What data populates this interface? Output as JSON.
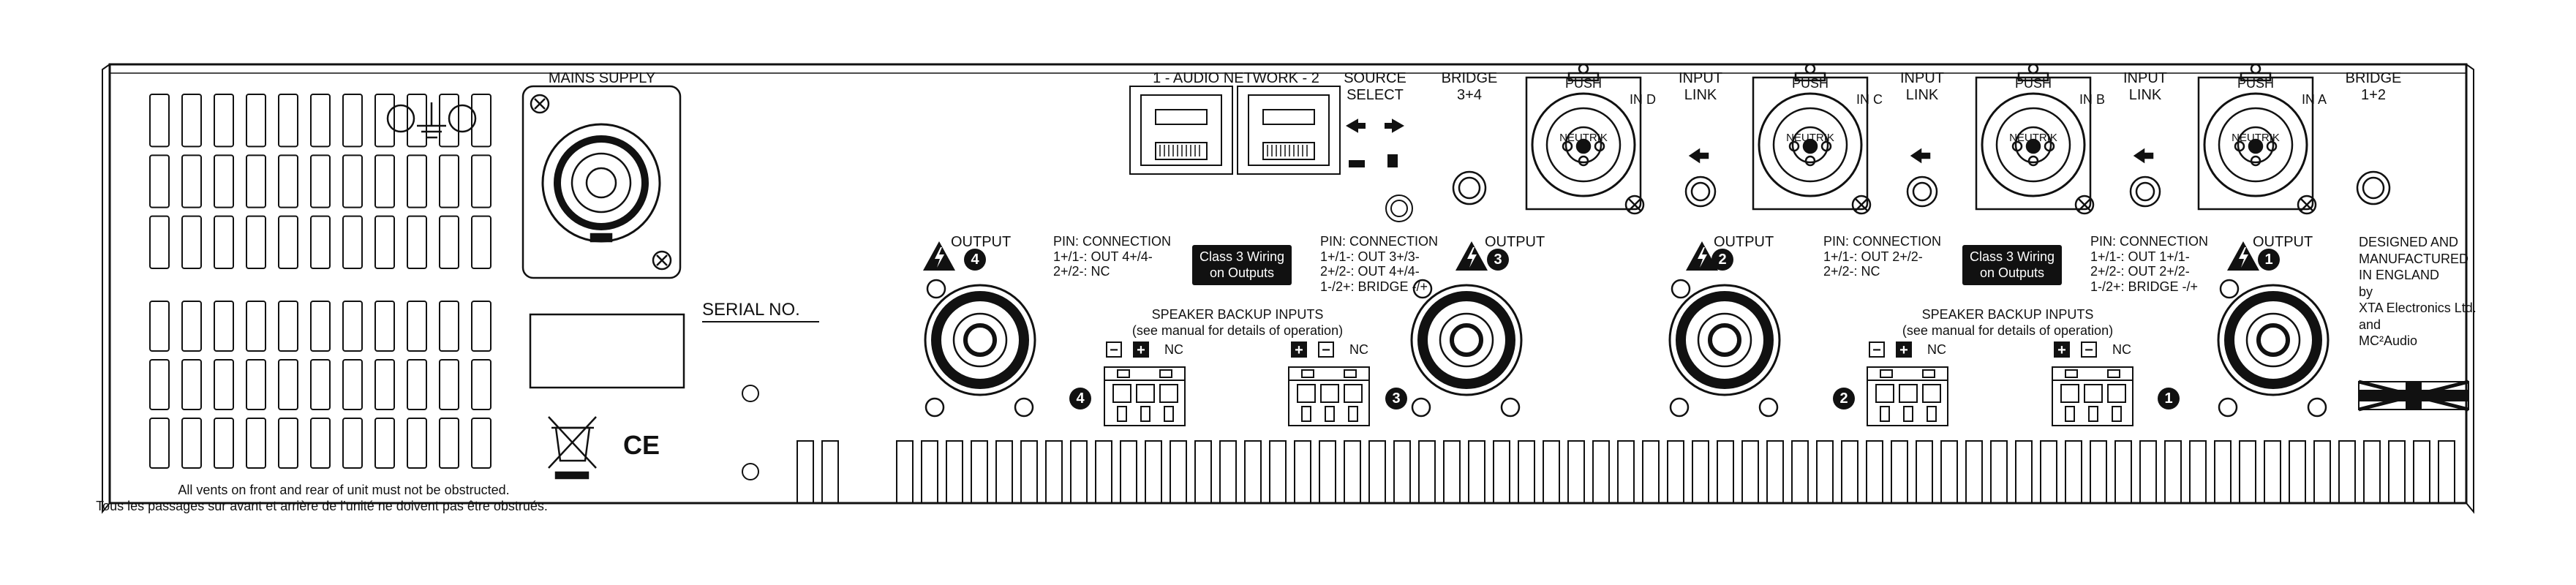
{
  "panel": {
    "mains_supply": "MAINS SUPPLY",
    "serial_no": "SERIAL NO.",
    "audio_network": "1 - AUDIO NETWORK - 2",
    "source_select": [
      "SOURCE",
      "SELECT"
    ],
    "vents_notice_en": "All vents on front and rear of unit must not be obstructed.",
    "vents_notice_fr": "Tous les passages sur avant et arrière de l'unité ne doivent pas être obstrués.",
    "designed": [
      "DESIGNED AND",
      "MANUFACTURED",
      "IN ENGLAND",
      "by",
      "XTA Electronics Ltd.",
      "and",
      "MC²Audio"
    ],
    "ce_mark": "CE"
  },
  "inputs": {
    "bridge_34": [
      "BRIDGE",
      "3+4"
    ],
    "bridge_12": [
      "BRIDGE",
      "1+2"
    ],
    "input_link": [
      "INPUT",
      "LINK"
    ],
    "push": "PUSH",
    "neutrik": "NEUTRIK",
    "in_d": "IN D",
    "in_c": "IN C",
    "in_b": "IN B",
    "in_a": "IN A"
  },
  "outputs": {
    "output_label": "OUTPUT",
    "num4": "4",
    "num3": "3",
    "num2": "2",
    "num1": "1",
    "pin_title": "PIN: CONNECTION",
    "pin_out4": [
      "1+/1-: OUT 4+/4-",
      "2+/2-: NC"
    ],
    "pin_out3": [
      "1+/1-: OUT 3+/3-",
      "2+/2-: OUT 4+/4-",
      "1-/2+: BRIDGE -/+"
    ],
    "pin_out2": [
      "1+/1-: OUT 2+/2-",
      "2+/2-: NC"
    ],
    "pin_out1": [
      "1+/1-: OUT 1+/1-",
      "2+/2-: OUT 2+/2-",
      "1-/2+: BRIDGE -/+"
    ],
    "class3": [
      "Class 3 Wiring",
      "on Outputs"
    ],
    "backup_title": "SPEAKER BACKUP INPUTS",
    "backup_sub": "(see manual for details of operation)",
    "nc": "NC",
    "minus": "−",
    "plus": "+"
  }
}
